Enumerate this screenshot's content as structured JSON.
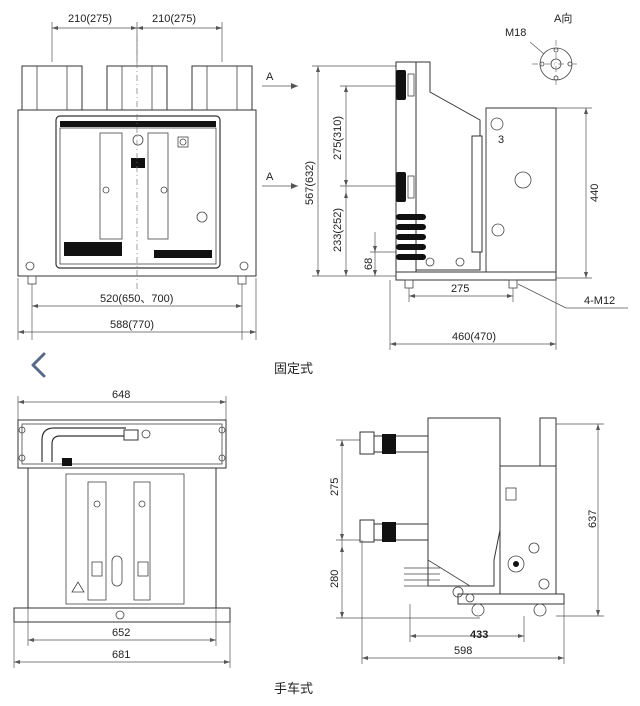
{
  "fixed": {
    "top_dim_left": "210(275)",
    "top_dim_right": "210(275)",
    "dim_520": "520(650、700)",
    "dim_588": "588(770)",
    "arrow_a_top": "A",
    "arrow_a_mid": "A",
    "dim_567": "567(632)",
    "dim_275_310": "275(310)",
    "dim_233_252": "233(252)",
    "dim_68": "68",
    "dim_275": "275",
    "dim_460": "460(470)",
    "dim_440": "440",
    "label_4m12": "4-M12",
    "label_m18": "M18",
    "label_a_view": "A向",
    "label_3": "3",
    "caption": "固定式"
  },
  "truck": {
    "dim_648": "648",
    "dim_652": "652",
    "dim_681": "681",
    "dim_275": "275",
    "dim_280": "280",
    "dim_637": "637",
    "dim_433": "433",
    "dim_598": "598",
    "caption": "手车式"
  },
  "icons": {
    "back": "chevron-left-icon"
  }
}
